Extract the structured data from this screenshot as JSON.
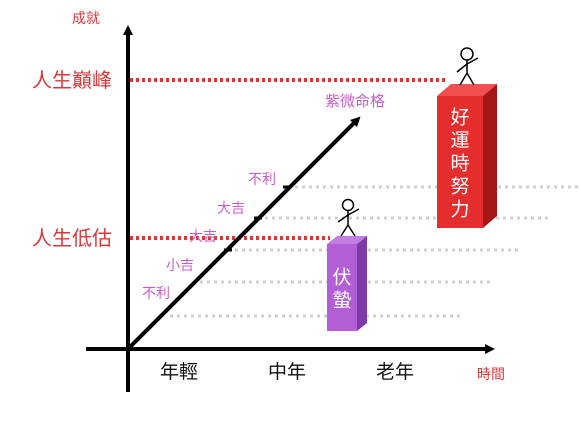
{
  "axes": {
    "y_label": "成就",
    "x_label": "時間",
    "x_ticks": [
      "年輕",
      "中年",
      "老年"
    ]
  },
  "levels": {
    "peak": "人生巔峰",
    "low": "人生低估"
  },
  "arrow": {
    "label": "紫微命格",
    "steps": [
      "不利",
      "小吉",
      "大吉",
      "大吉",
      "不利"
    ]
  },
  "boxes": {
    "red_label": "好運時努力",
    "purple_label": "伏蟄",
    "red_color": "#e52d2d",
    "purple_color": "#b25ed6"
  },
  "colors": {
    "accent_red": "#d9383a",
    "label_pink": "#c660c6",
    "dotted_gray": "#d0d0d0"
  }
}
